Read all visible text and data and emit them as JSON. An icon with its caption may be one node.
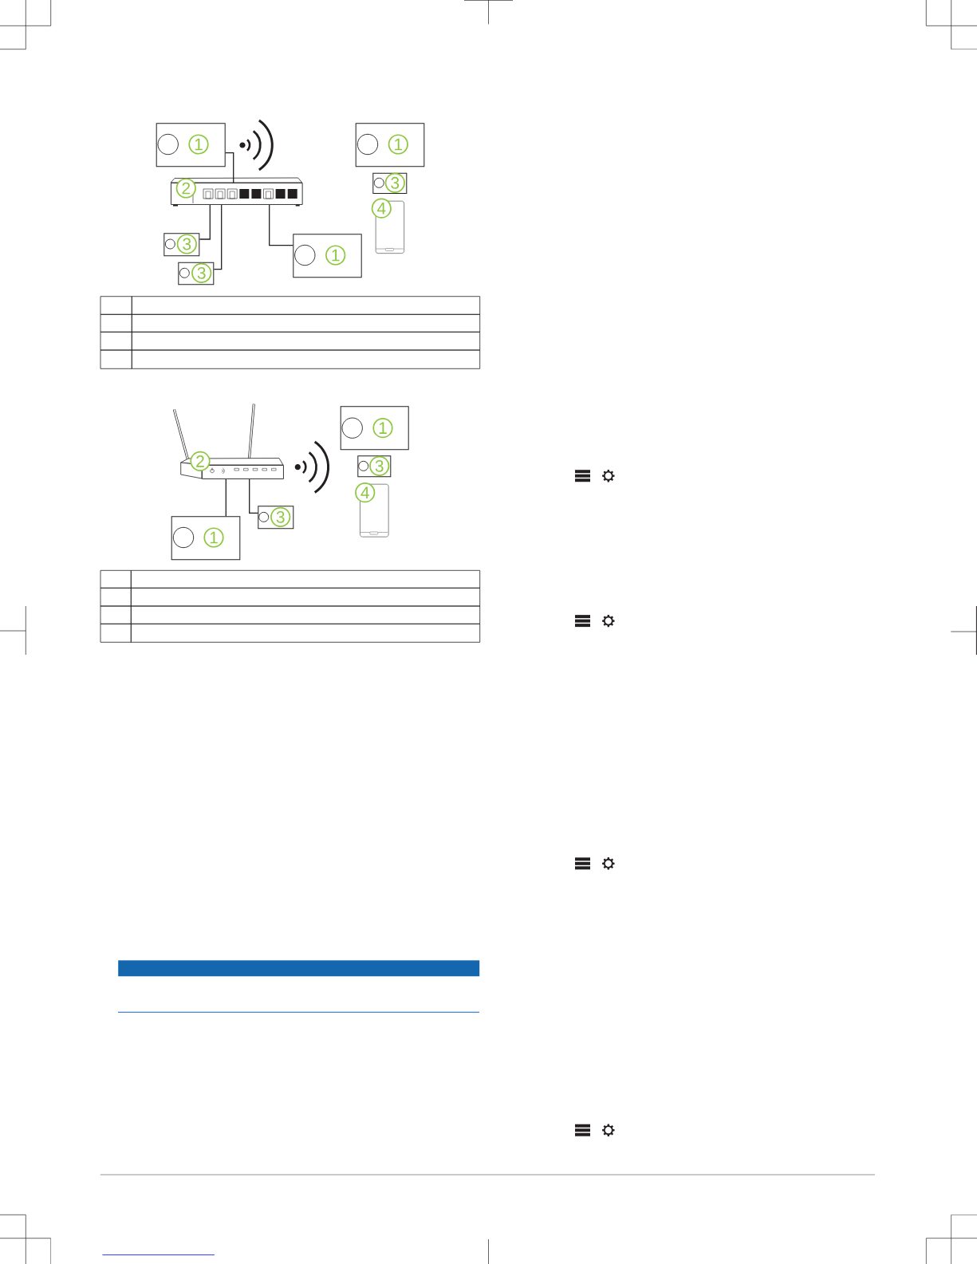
{
  "diagram": {
    "nodes": [
      {
        "text": [
          "1"
        ]
      },
      {
        "text": [
          "1"
        ]
      },
      {
        "text": [
          "3"
        ]
      },
      {
        "text": [
          "2"
        ]
      },
      {
        "text": [
          "4"
        ]
      },
      {
        "text": [
          "3"
        ]
      },
      {
        "text": [
          "1"
        ]
      },
      {
        "text": [
          "3"
        ]
      },
      {
        "text": [
          "2"
        ]
      },
      {
        "text": [
          "1"
        ]
      },
      {
        "text": [
          "3"
        ]
      },
      {
        "text": [
          "4"
        ]
      },
      {
        "text": [
          "3"
        ]
      },
      {
        "text": [
          "1"
        ]
      },
      {
        "text": [],
        "shape": "bar"
      }
    ],
    "edges": [
      {
        "from": 3,
        "to": 0,
        "arrow": "none"
      },
      {
        "from": 3,
        "to": 5,
        "arrow": "none"
      },
      {
        "from": 3,
        "to": 7,
        "arrow": "none"
      },
      {
        "from": 3,
        "to": 6,
        "arrow": "none"
      },
      {
        "from": 8,
        "to": 12,
        "arrow": "none"
      },
      {
        "from": 8,
        "to": 13,
        "arrow": "none"
      }
    ]
  }
}
